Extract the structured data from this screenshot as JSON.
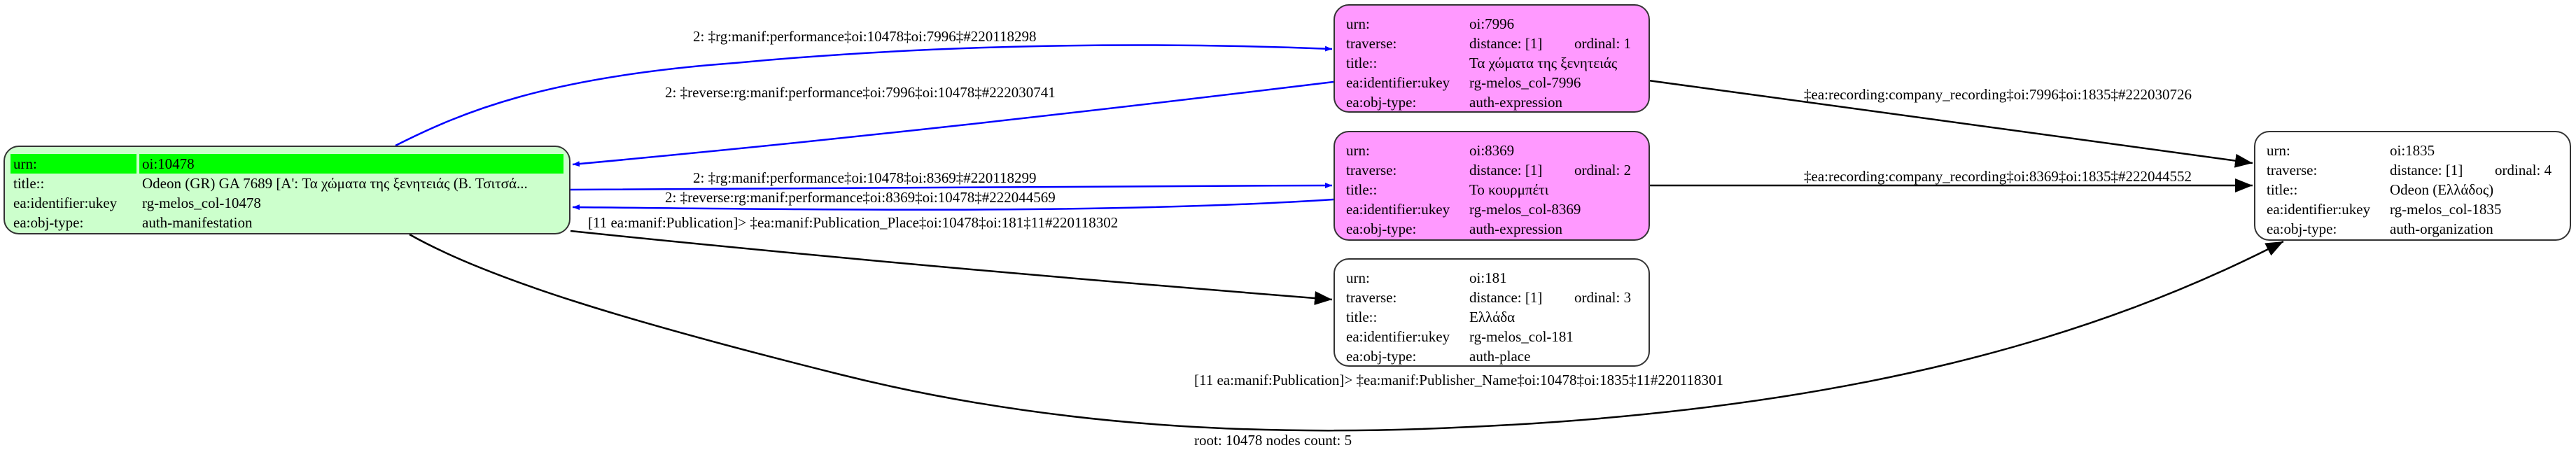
{
  "colors": {
    "root_fill": "#ccffcc",
    "root_header": "#00ff00",
    "expression_fill": "#ff99ff",
    "default_fill": "#ffffff",
    "performance_edge": "#0000ff",
    "other_edge": "#000000"
  },
  "nodes": {
    "n10478": {
      "urn_label": "urn:",
      "urn": "oi:10478",
      "title_label": "title::",
      "title": "Odeon (GR) GA 7689 [A': Τα χώματα της ξενητειάς (Β. Τσιτσά...",
      "ukey_label": "ea:identifier:ukey",
      "ukey": "rg-melos_col-10478",
      "type_label": "ea:obj-type:",
      "type": "auth-manifestation"
    },
    "n7996": {
      "urn_label": "urn:",
      "urn": "oi:7996",
      "traverse_label": "traverse:",
      "distance": "distance: [1]",
      "ordinal": "ordinal: 1",
      "title_label": "title::",
      "title": "Τα χώματα της ξενητειάς",
      "ukey_label": "ea:identifier:ukey",
      "ukey": "rg-melos_col-7996",
      "type_label": "ea:obj-type:",
      "type": "auth-expression"
    },
    "n8369": {
      "urn_label": "urn:",
      "urn": "oi:8369",
      "traverse_label": "traverse:",
      "distance": "distance: [1]",
      "ordinal": "ordinal: 2",
      "title_label": "title::",
      "title": "Το κουρμπέτι",
      "ukey_label": "ea:identifier:ukey",
      "ukey": "rg-melos_col-8369",
      "type_label": "ea:obj-type:",
      "type": "auth-expression"
    },
    "n181": {
      "urn_label": "urn:",
      "urn": "oi:181",
      "traverse_label": "traverse:",
      "distance": "distance: [1]",
      "ordinal": "ordinal: 3",
      "title_label": "title::",
      "title": "Ελλάδα",
      "ukey_label": "ea:identifier:ukey",
      "ukey": "rg-melos_col-181",
      "type_label": "ea:obj-type:",
      "type": "auth-place"
    },
    "n1835": {
      "urn_label": "urn:",
      "urn": "oi:1835",
      "traverse_label": "traverse:",
      "distance": "distance: [1]",
      "ordinal": "ordinal: 4",
      "title_label": "title::",
      "title": "Odeon (Ελλάδος)",
      "ukey_label": "ea:identifier:ukey",
      "ukey": "rg-melos_col-1835",
      "type_label": "ea:obj-type:",
      "type": "auth-organization"
    }
  },
  "edges": {
    "e1": "2: ‡rg:manif:performance‡oi:10478‡oi:7996‡#220118298",
    "e2": "2: ‡reverse:rg:manif:performance‡oi:7996‡oi:10478‡#222030741",
    "e3": "2: ‡rg:manif:performance‡oi:10478‡oi:8369‡#220118299",
    "e4": "2: ‡reverse:rg:manif:performance‡oi:8369‡oi:10478‡#222044569",
    "e5": "[11 ea:manif:Publication]> ‡ea:manif:Publication_Place‡oi:10478‡oi:181‡11#220118302",
    "e6": "‡ea:recording:company_recording‡oi:7996‡oi:1835‡#222030726",
    "e7": "‡ea:recording:company_recording‡oi:8369‡oi:1835‡#222044552",
    "e8": "[11 ea:manif:Publication]> ‡ea:manif:Publisher_Name‡oi:10478‡oi:1835‡11#220118301"
  },
  "footer": "root: 10478 nodes count: 5"
}
